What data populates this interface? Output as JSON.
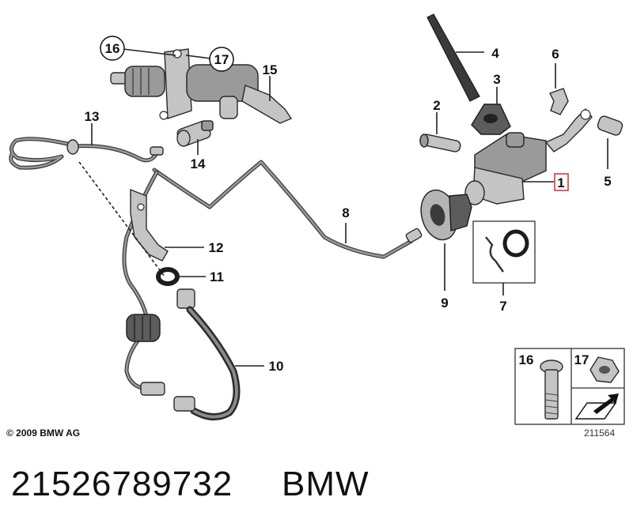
{
  "callouts": {
    "c1": "1",
    "c2": "2",
    "c3": "3",
    "c4": "4",
    "c5": "5",
    "c6": "6",
    "c7": "7",
    "c8": "8",
    "c9": "9",
    "c10": "10",
    "c11": "11",
    "c12": "12",
    "c13": "13",
    "c14": "14",
    "c15": "15",
    "c16": "16",
    "c17": "17"
  },
  "inset": {
    "label_16": "16",
    "label_17": "17"
  },
  "copyright": "© 2009 BMW AG",
  "figure_id": "211564",
  "part_number": "21526789732",
  "brand": "BMW",
  "colors": {
    "highlight": "#d9383a",
    "part_fill": "#9a9a9a",
    "outline": "#2a2a2a"
  }
}
